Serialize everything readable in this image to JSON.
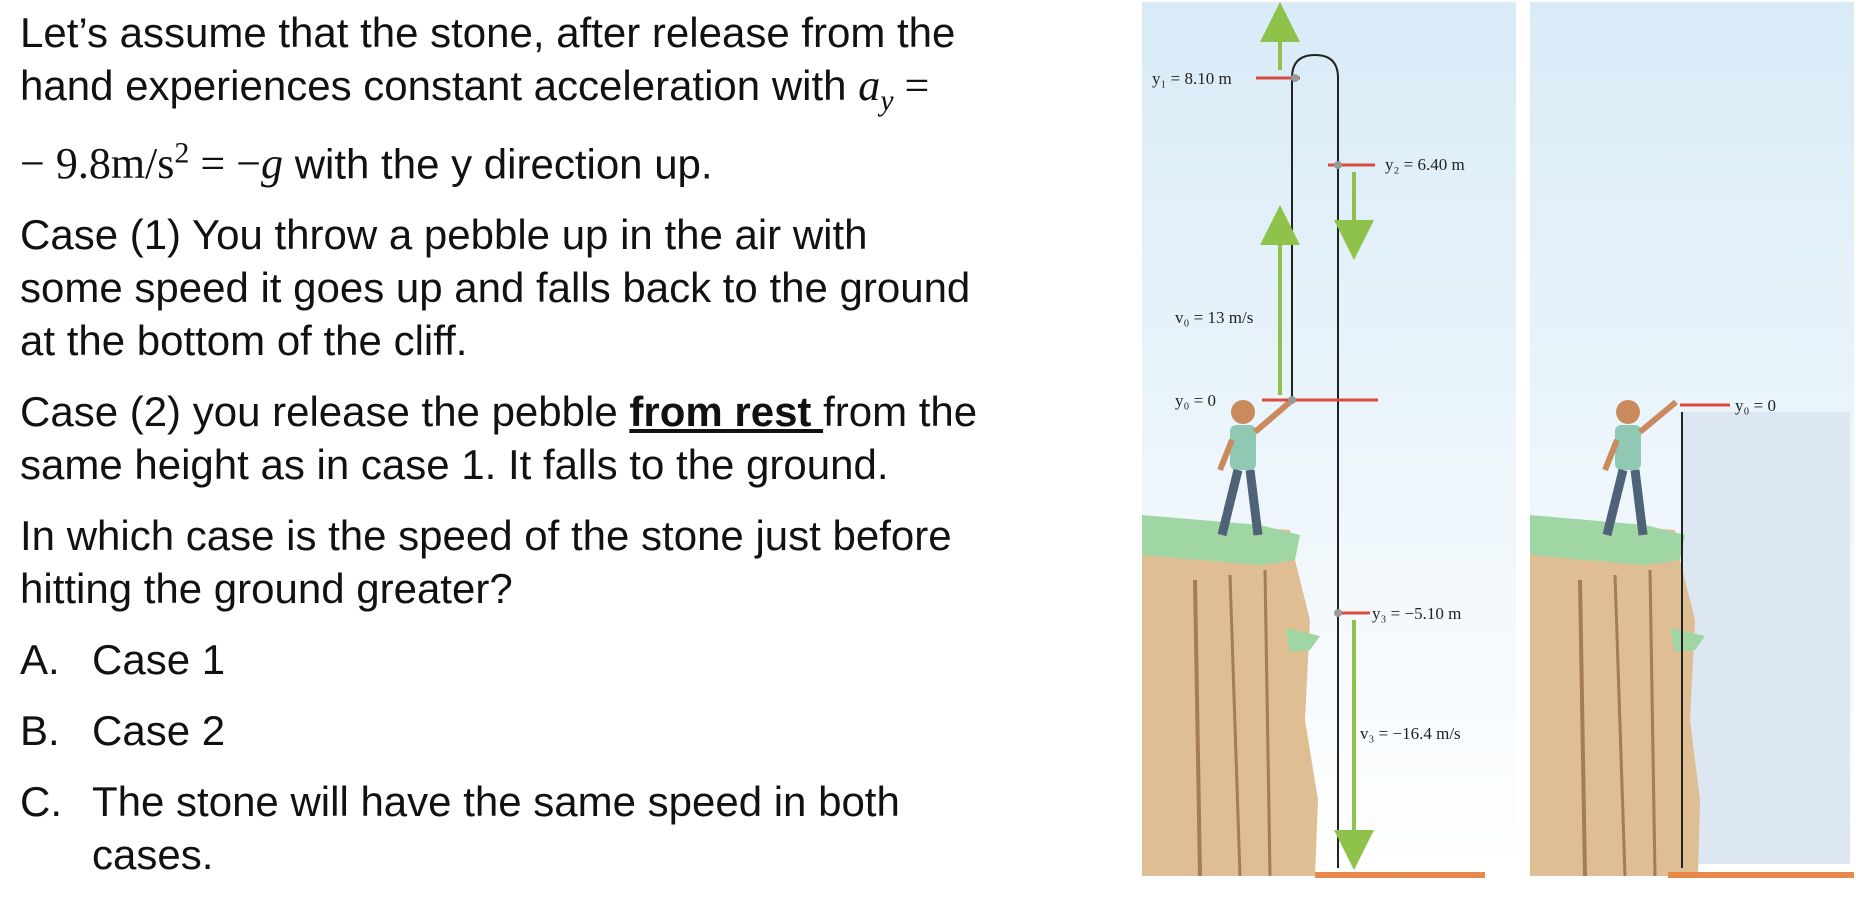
{
  "question": {
    "intro": {
      "line1": "Let’s assume that the stone, after release from the",
      "line2_text": "hand experiences constant acceleration with ",
      "line2_math": "a",
      "line2_sub": "y",
      "line2_eq": " =",
      "line3_math_a": "− 9.8m/s",
      "line3_sup": "2",
      "line3_math_b": " = −",
      "line3_g": "g",
      "line3_text": " with the y direction up."
    },
    "case1": {
      "line1": "Case (1) You throw a pebble up in the air with",
      "line2": "some speed it goes up and falls back to the ground",
      "line3": "at the bottom of the cliff."
    },
    "case2": {
      "line1_pre": "Case (2) you release the pebble ",
      "line1_emph": "from rest ",
      "line1_post": "from the",
      "line2": "same height as in case 1.  It falls to the ground."
    },
    "prompt": {
      "line1": "In which case is the speed of the stone just before",
      "line2": "hitting the ground greater?"
    },
    "choices": [
      {
        "letter": "A.",
        "text": "Case 1"
      },
      {
        "letter": "B.",
        "text": "Case 2"
      },
      {
        "letter": "C.",
        "text_line1": "The stone will have the same speed in both",
        "text_line2": "cases."
      }
    ]
  },
  "figure": {
    "labels": {
      "y1": "y₁ = 8.10 m",
      "y2": "y₂ = 6.40 m",
      "v0": "v₀ = 13 m/s",
      "y0": "y₀ = 0",
      "y3": "y₃ = −5.10 m",
      "v3": "v₃ = −16.4 m/s",
      "y0_right": "y₀ = 0"
    },
    "colors": {
      "sky_top": "#d8ebf7",
      "sky_bottom": "#ffffff",
      "marker_red": "#d94a3f",
      "arrow_green": "#8ec24a",
      "cliff_tan": "#dfbe94",
      "grass_green": "#9fd6a3",
      "ground_orange": "#e8894a"
    }
  }
}
